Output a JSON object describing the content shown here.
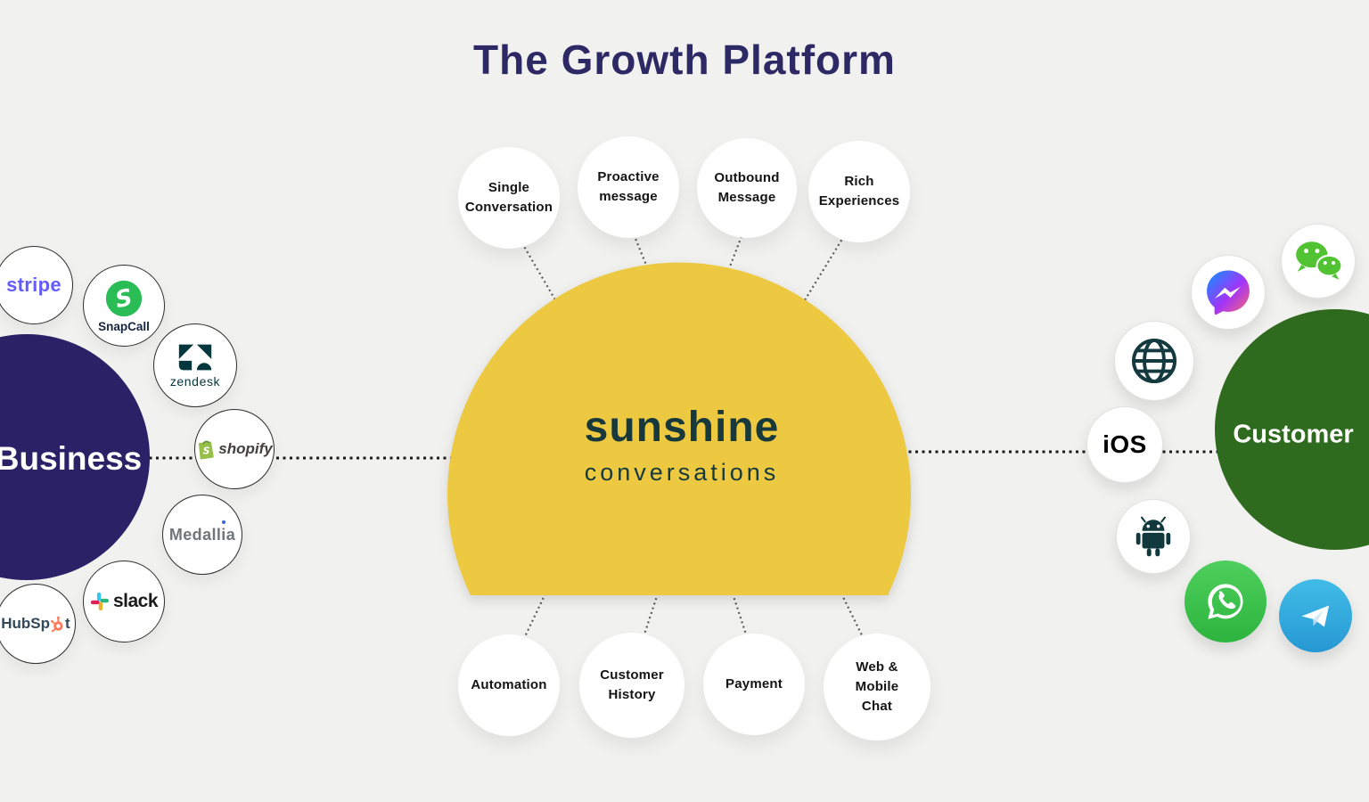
{
  "title": "The Growth Platform",
  "brand": {
    "line1": "sunshine",
    "line2": "conversations"
  },
  "hubs": {
    "business": "Business",
    "customer": "Customer"
  },
  "features_top": [
    "Single Conversation",
    "Proactive message",
    "Outbound Message",
    "Rich Experiences"
  ],
  "features_bottom": [
    "Automation",
    "Customer History",
    "Payment",
    "Web & Mobile Chat"
  ],
  "integrations": {
    "stripe": {
      "wordmark": "stripe"
    },
    "snapcall": {
      "initial": "S",
      "wordmark": "SnapCall"
    },
    "zendesk": {
      "wordmark": "zendesk"
    },
    "shopify": {
      "initial": "S",
      "wordmark": "shopify"
    },
    "medallia": {
      "part1": "Medall",
      "part2": "i",
      "part3": "a"
    },
    "slack": {
      "wordmark": "slack"
    },
    "hubspot": {
      "part1": "HubSp",
      "part2": "t"
    }
  },
  "channels": {
    "ios_label": "iOS"
  },
  "colors": {
    "background": "#F1F1EF",
    "title": "#2D2964",
    "dome_yellow": "#ECC940",
    "brand_text": "#17393C",
    "business_purple": "#2B2166",
    "customer_green": "#2F6B1E",
    "connector_dark": "#1B1B1B",
    "connector_grey": "#5A5A5A",
    "stripe_purple": "#635BFF",
    "snapcall_green": "#2BBD55",
    "zendesk_teal": "#03363D",
    "shopify_green": "#95BF47",
    "hubspot_orange": "#FF7A59",
    "slack_blue": "#36C5F0",
    "slack_green": "#2EB67D",
    "slack_yellow": "#ECB22E",
    "slack_red": "#E01E5A",
    "wechat_green": "#51C332",
    "whatsapp_green": "#3EC24E",
    "telegram_blue": "#34A9DC",
    "android_teal": "#11393D",
    "globe_teal": "#143A40"
  }
}
